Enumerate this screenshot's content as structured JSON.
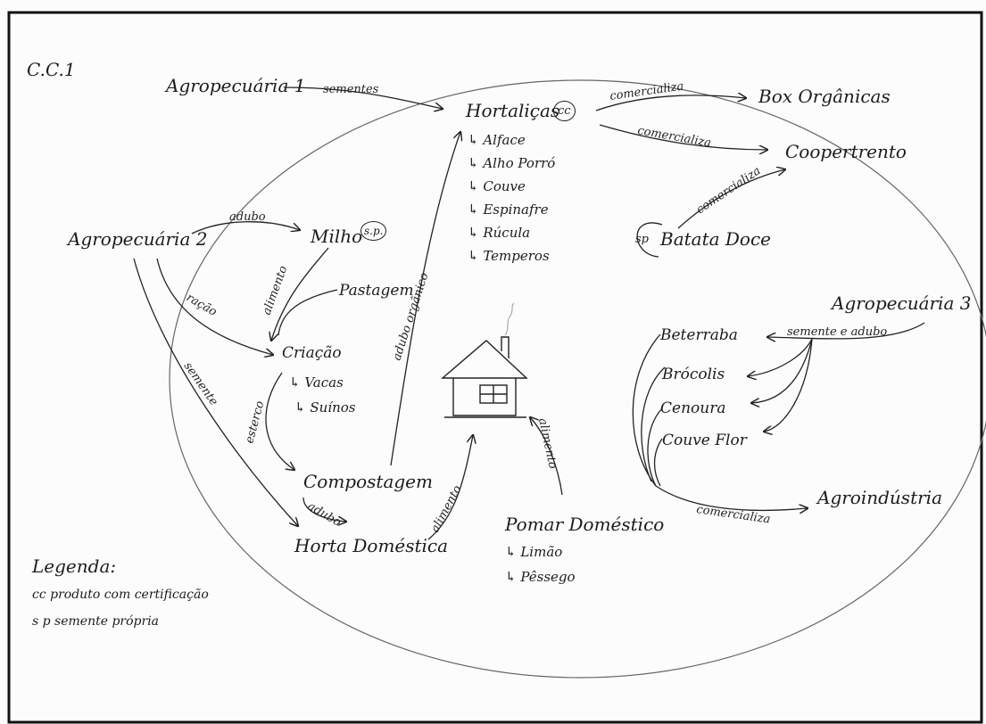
{
  "diagram_id": "C.C.1",
  "nodes": {
    "agro1": "Agropecuária 1",
    "agro2": "Agropecuária 2",
    "agro3": "Agropecuária 3",
    "hortalicas": "Hortaliças",
    "hortalicas_badge": "cc",
    "box_organicas": "Box Orgânicas",
    "coopertrento": "Coopertrento",
    "milho": "Milho",
    "milho_badge": "s.p.",
    "batata_doce": "Batata Doce",
    "batata_badge": "sp",
    "pastagem": "Pastagem",
    "criacao": "Criação",
    "compostagem": "Compostagem",
    "horta_domestica": "Horta Doméstica",
    "pomar_domestico": "Pomar Doméstico",
    "beterraba": "Beterraba",
    "brocolis": "Brócolis",
    "cenoura": "Cenoura",
    "couve_flor": "Couve Flor",
    "agroindustria": "Agroindústria"
  },
  "sublists": {
    "hortalicas": [
      "↳ Alface",
      "↳ Alho Porró",
      "↳ Couve",
      "↳ Espinafre",
      "↳ Rúcula",
      "↳ Temperos"
    ],
    "criacao": [
      "↳ Vacas",
      "↳ Suínos"
    ],
    "pomar": [
      "↳ Limão",
      "↳ Pêssego"
    ]
  },
  "edges": {
    "sementes": "sementes",
    "comercializa": "comercializa",
    "adubo": "adubo",
    "alimento": "alimento",
    "racao": "ração",
    "semente": "semente",
    "esterco": "esterco",
    "adubo_organico": "adubo orgânico",
    "semente_e_adubo": "semente e adubo"
  },
  "legend": {
    "title": "Legenda:",
    "items": [
      "cc  produto com certificação",
      "s p  semente própria"
    ]
  }
}
